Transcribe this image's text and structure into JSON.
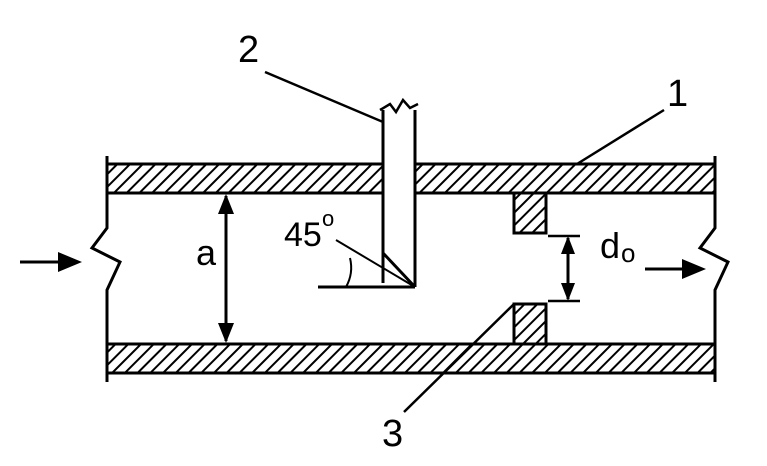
{
  "labels": {
    "part_1": "1",
    "part_2": "2",
    "part_3": "3",
    "dimension_a": "a",
    "angle": "45",
    "angle_degree": "o",
    "outlet": "d",
    "outlet_sub": "o"
  },
  "colors": {
    "stroke": "#000000",
    "background": "#ffffff"
  }
}
